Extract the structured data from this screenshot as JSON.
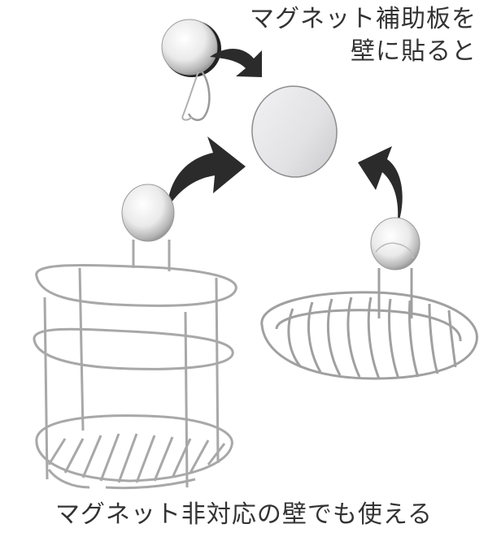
{
  "captions": {
    "top_line1": "マグネット補助板を",
    "top_line2": "壁に貼ると",
    "bottom": "マグネット非対応の壁でも使える"
  },
  "items": [
    {
      "name": "suction-hook",
      "description": "Round chrome suction cup with wire hook"
    },
    {
      "name": "magnet-plate",
      "description": "Round magnet support plate"
    },
    {
      "name": "wire-caddy",
      "description": "Oval wire basket caddy with suction cup"
    },
    {
      "name": "soap-dish",
      "description": "Oval wire soap dish with suction cup"
    }
  ],
  "colors": {
    "text": "#333333",
    "arrow": "#2b2b2b",
    "chrome": "#c8c8c8",
    "plate": "#e4e4e6"
  }
}
